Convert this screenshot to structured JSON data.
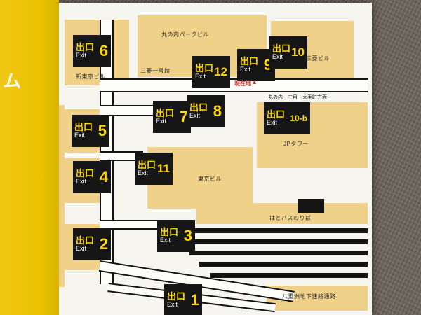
{
  "sign": {
    "side_text": "ム"
  },
  "map": {
    "deguchi_label": "出口",
    "exit_label": "Exit",
    "exit_numbers": [
      "6",
      "12",
      "9",
      "10",
      "5",
      "7",
      "8",
      "10-b",
      "4",
      "11",
      "2",
      "3",
      "1"
    ],
    "labels": {
      "marunouchi_park_bldg": "丸の内パークビル",
      "mitsubishi_ichigokan": "三菱一号館",
      "shin_tokyo_bldg": "新東京ビル",
      "mitsubishi_bldg": "三菱ビル",
      "current_location": "現在地",
      "current_location_marker": "▲",
      "direction": "丸の内一丁目・大手町方面",
      "jp_tower": "JPタワー",
      "tokyo_bldg": "東京ビル",
      "hato_bus": "はとバスのりば",
      "yaesu_passage": "八重洲地下連絡通路"
    },
    "colors": {
      "yellow_panel": "#eac200",
      "building_tan": "#f0d189",
      "exit_box_bg": "#161616",
      "exit_yellow": "#ffd800",
      "location_red": "#d9342b",
      "wall": "#6e665c",
      "paper": "#f7f5f0"
    }
  }
}
